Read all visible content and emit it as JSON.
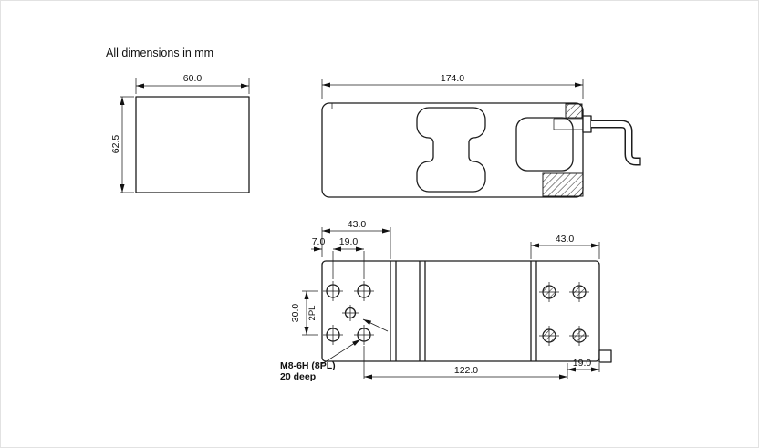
{
  "note": "All dimensions in mm",
  "end_view": {
    "width": "60.0",
    "height": "62.5"
  },
  "side_view": {
    "length": "174.0"
  },
  "plan_view": {
    "left_width": "43.0",
    "edge_offset": "7.0",
    "hole_pitch": "19.0",
    "row_pitch": "30.0",
    "row_places": "2PL",
    "right_width": "43.0",
    "span": "122.0",
    "end_offset": "19.0",
    "thread_line1": "M8-6H (8PL)",
    "thread_line2": "20 deep"
  }
}
